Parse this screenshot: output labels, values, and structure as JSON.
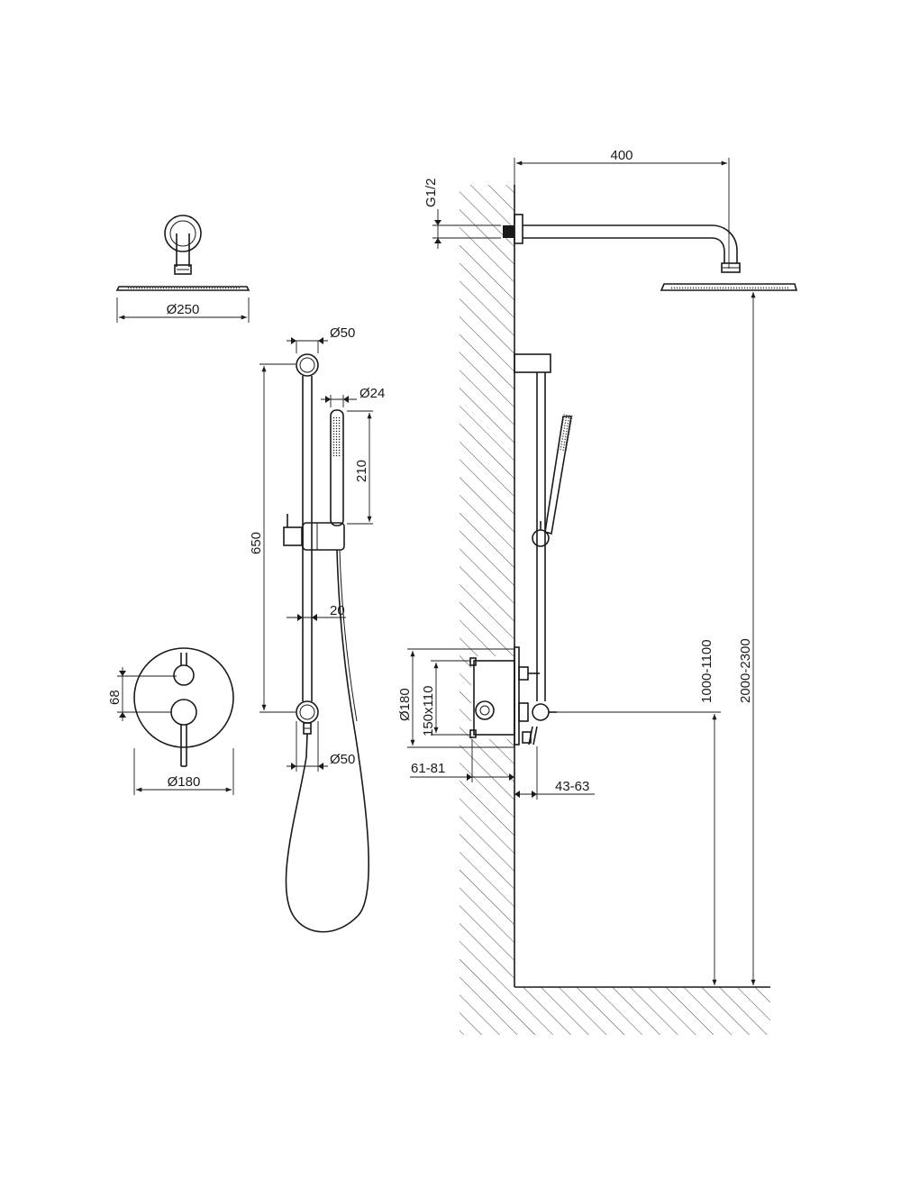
{
  "labels": {
    "shower_head_diameter": "Ø250",
    "slide_bar_top_diameter": "Ø50",
    "hand_shower_diameter": "Ø24",
    "hand_shower_length": "210",
    "slide_bar_length": "650",
    "slide_bar_offset": "20",
    "slide_bar_bottom_diameter": "Ø50",
    "valve_plate_diameter": "Ø180",
    "valve_spacing": "68",
    "arm_length": "400",
    "thread_size": "G1/2",
    "side_plate_diameter": "Ø180",
    "box_size": "150x110",
    "box_depth": "61-81",
    "valve_projection": "43-63",
    "valve_height": "1000-1100",
    "head_height": "2000-2300"
  },
  "colors": {
    "line": "#1a1a1a",
    "background": "#ffffff"
  }
}
